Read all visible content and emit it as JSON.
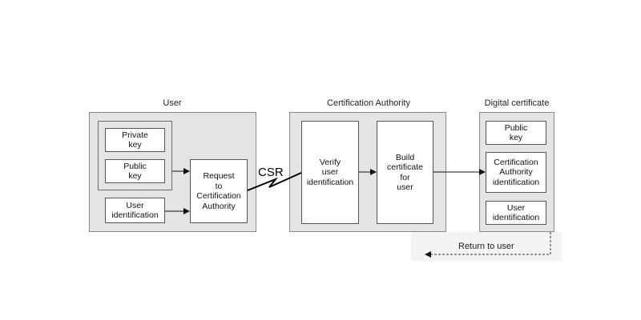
{
  "titles": {
    "user": "User",
    "certification_authority": "Certification Authority",
    "digital_certificate": "Digital certificate"
  },
  "user_panel": {
    "private_key": "Private\nkey",
    "public_key": "Public\nkey",
    "user_identification": "User\nidentification",
    "request": "Request\nto\nCertification\nAuthority"
  },
  "ca_panel": {
    "verify": "Verify\nuser\nidentification",
    "build": "Build\ncertificate\nfor\nuser"
  },
  "certificate_panel": {
    "public_key": "Public\nkey",
    "ca_identification": "Certification\nAuthority\nidentification",
    "user_identification": "User\nidentification"
  },
  "csr_label": "CSR",
  "return_label": "Return to user",
  "colors": {
    "panel_fill": "#e4e4e4",
    "box_fill": "#ffffff",
    "border": "#555555"
  }
}
